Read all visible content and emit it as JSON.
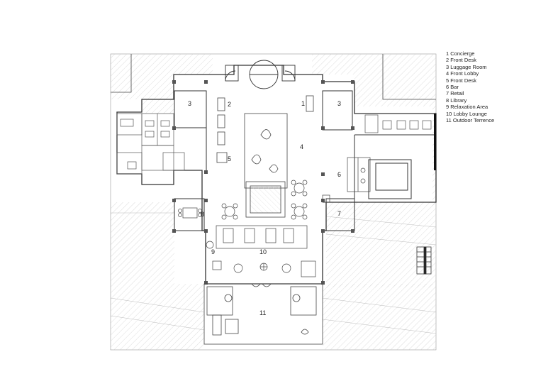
{
  "legend": [
    {
      "num": "1",
      "name": "Concierge"
    },
    {
      "num": "2",
      "name": "Front Desk"
    },
    {
      "num": "3",
      "name": "Luggage Room"
    },
    {
      "num": "4",
      "name": "Front Lobby"
    },
    {
      "num": "5",
      "name": "Front Desk"
    },
    {
      "num": "6",
      "name": "Bar"
    },
    {
      "num": "7",
      "name": "Retail"
    },
    {
      "num": "8",
      "name": "Library"
    },
    {
      "num": "9",
      "name": "Relaxation Area"
    },
    {
      "num": "10",
      "name": "Lobby Lounge"
    },
    {
      "num": "11",
      "name": "Outdoor Terrence"
    }
  ],
  "room_labels": {
    "concierge": "1",
    "front_desk": "2",
    "luggage_left": "3",
    "luggage_right": "3",
    "front_lobby": "4",
    "front_desk_2": "5",
    "bar": "6",
    "retail": "7",
    "library": "8",
    "relaxation": "9",
    "lobby_lounge": "10",
    "terrace": "11"
  },
  "colors": {
    "line": "#333333",
    "hatch": "#b8b8b8",
    "wall_fill": "#555555"
  }
}
